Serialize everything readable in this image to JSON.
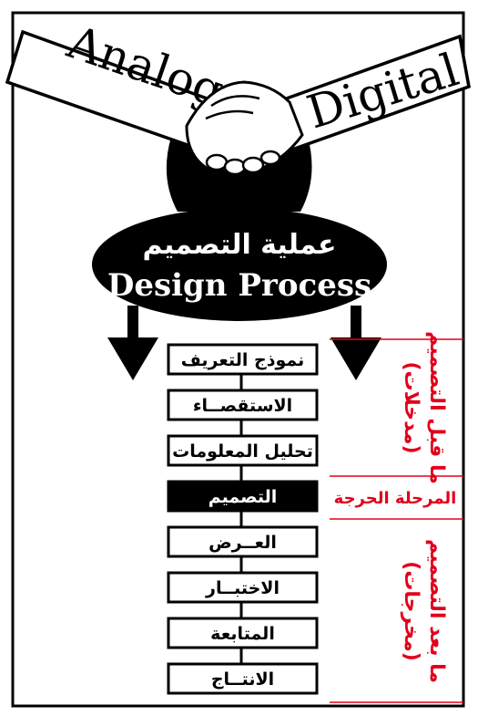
{
  "banner": {
    "left_word": "Analog",
    "right_word": "Digital"
  },
  "center": {
    "title_ar": "عملية التصميم",
    "title_en": "Design Process"
  },
  "steps": [
    {
      "label": "نموذج التعريف",
      "highlight": false
    },
    {
      "label": "الاستقصــاء",
      "highlight": false
    },
    {
      "label": "تحليل المعلومات",
      "highlight": false
    },
    {
      "label": "التصميم",
      "highlight": true
    },
    {
      "label": "العــرض",
      "highlight": false
    },
    {
      "label": "الاختبــار",
      "highlight": false
    },
    {
      "label": "المتابعة",
      "highlight": false
    },
    {
      "label": "الانتــاج",
      "highlight": false
    }
  ],
  "phases": {
    "pre_design": {
      "line1": "ما قبل التصميم",
      "line2": "(مدخلات)"
    },
    "critical": "المرحلة الحرجة",
    "post_design": {
      "line1": "ما بعد التصميم",
      "line2": "(مخرجات)"
    }
  },
  "colors": {
    "phase_red": "#e2001a",
    "ink": "#000000",
    "paper": "#ffffff"
  },
  "icons": [
    "handshake-icon",
    "down-arrow-icon"
  ]
}
